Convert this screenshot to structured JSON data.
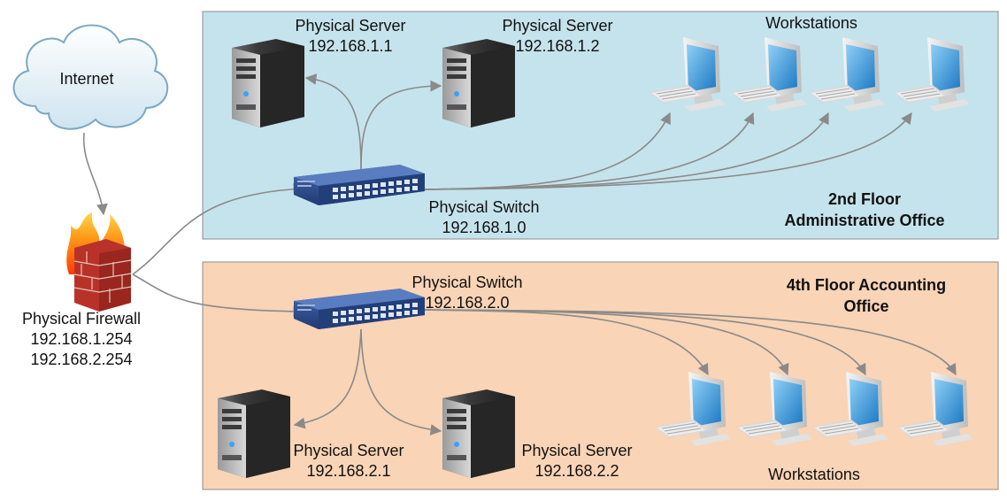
{
  "zones": {
    "floor2": {
      "title_line1": "2nd Floor",
      "title_line2": "Administrative Office",
      "fill": "#c5e3ec"
    },
    "floor4": {
      "title_line1": "4th Floor Accounting",
      "title_line2": "Office",
      "fill": "#f9d4b6"
    }
  },
  "internet": {
    "label": "Internet"
  },
  "firewall": {
    "label": "Physical Firewall",
    "ip1": "192.168.1.254",
    "ip2": "192.168.2.254"
  },
  "floor2": {
    "server1": {
      "label": "Physical Server",
      "ip": "192.168.1.1"
    },
    "server2": {
      "label": "Physical Server",
      "ip": "192.168.1.2"
    },
    "switch": {
      "label": "Physical Switch",
      "ip": "192.168.1.0"
    },
    "workstations_label": "Workstations"
  },
  "floor4": {
    "switch": {
      "label": "Physical Switch",
      "ip": "192.168.2.0"
    },
    "server1": {
      "label": "Physical Server",
      "ip": "192.168.2.1"
    },
    "server2": {
      "label": "Physical Server",
      "ip": "192.168.2.2"
    },
    "workstations_label": "Workstations"
  },
  "colors": {
    "connector": "#8a8a8a",
    "switch_blue": "#2f4f8f",
    "monitor_blue": "#2a86c8",
    "server_dark": "#2c2c2c"
  }
}
